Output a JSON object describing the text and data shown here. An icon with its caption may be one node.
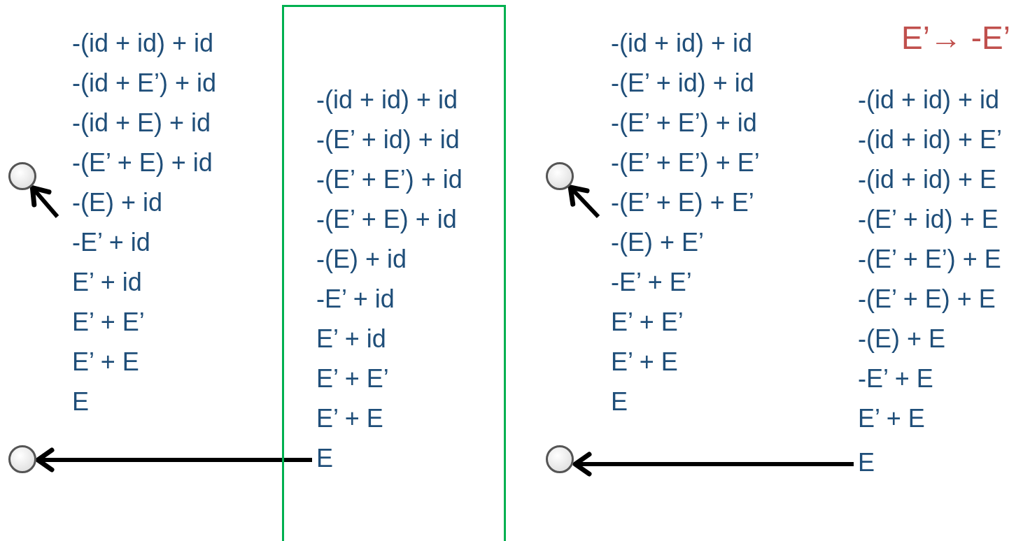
{
  "diagram": {
    "nodes": [
      {
        "text": [
          "-(id + id) + id",
          "-(E’ + id) + id",
          "-(E’ + E’) + id",
          "-(E’ + E) + id",
          "-(E) + id",
          "-E’ + id",
          "E’ + id",
          "E’ + E’",
          "E’ + E"
        ]
      },
      {
        "text": [
          "E"
        ],
        "in": 0
      },
      {
        "text": [],
        "shape": "circle"
      },
      {
        "text": [],
        "shape": "circle"
      },
      {
        "text": [],
        "shape": "circle"
      },
      {
        "text": [],
        "shape": "circle"
      },
      {
        "text": [
          "E"
        ]
      }
    ],
    "edges": [
      {
        "from": null,
        "to": 2,
        "arrow": "to"
      },
      {
        "from": 1,
        "to": 3,
        "arrow": "to"
      },
      {
        "from": null,
        "to": 4,
        "arrow": "to"
      },
      {
        "from": 6,
        "to": 5,
        "arrow": "to"
      }
    ],
    "labels": [
      "-(id + id) + id",
      "-(id + E’) + id",
      "-(id + E) + id",
      "-(E’ + E) + id",
      "-(E) + id",
      "-E’ + id",
      "E’ + id",
      "E’ + E’",
      "E’ + E",
      "E",
      "-(id + id) + id",
      "-(E’ + id) + id",
      "-(E’ + E’) + id",
      "-(E’ + E’) + E’",
      "-(E’ + E) + E’",
      "-(E) + E’",
      "-E’ + E’",
      "E’ + E’",
      "E’ + E",
      "E",
      "E’→ -E’",
      "-(id + id) + id",
      "-(id + id) + E’",
      "-(id + id) + E",
      "-(E’ + id) + E",
      "-(E’ + E’) + E",
      "-(E’ + E) + E",
      "-(E) + E",
      "-E’ + E",
      "E’ + E"
    ]
  }
}
